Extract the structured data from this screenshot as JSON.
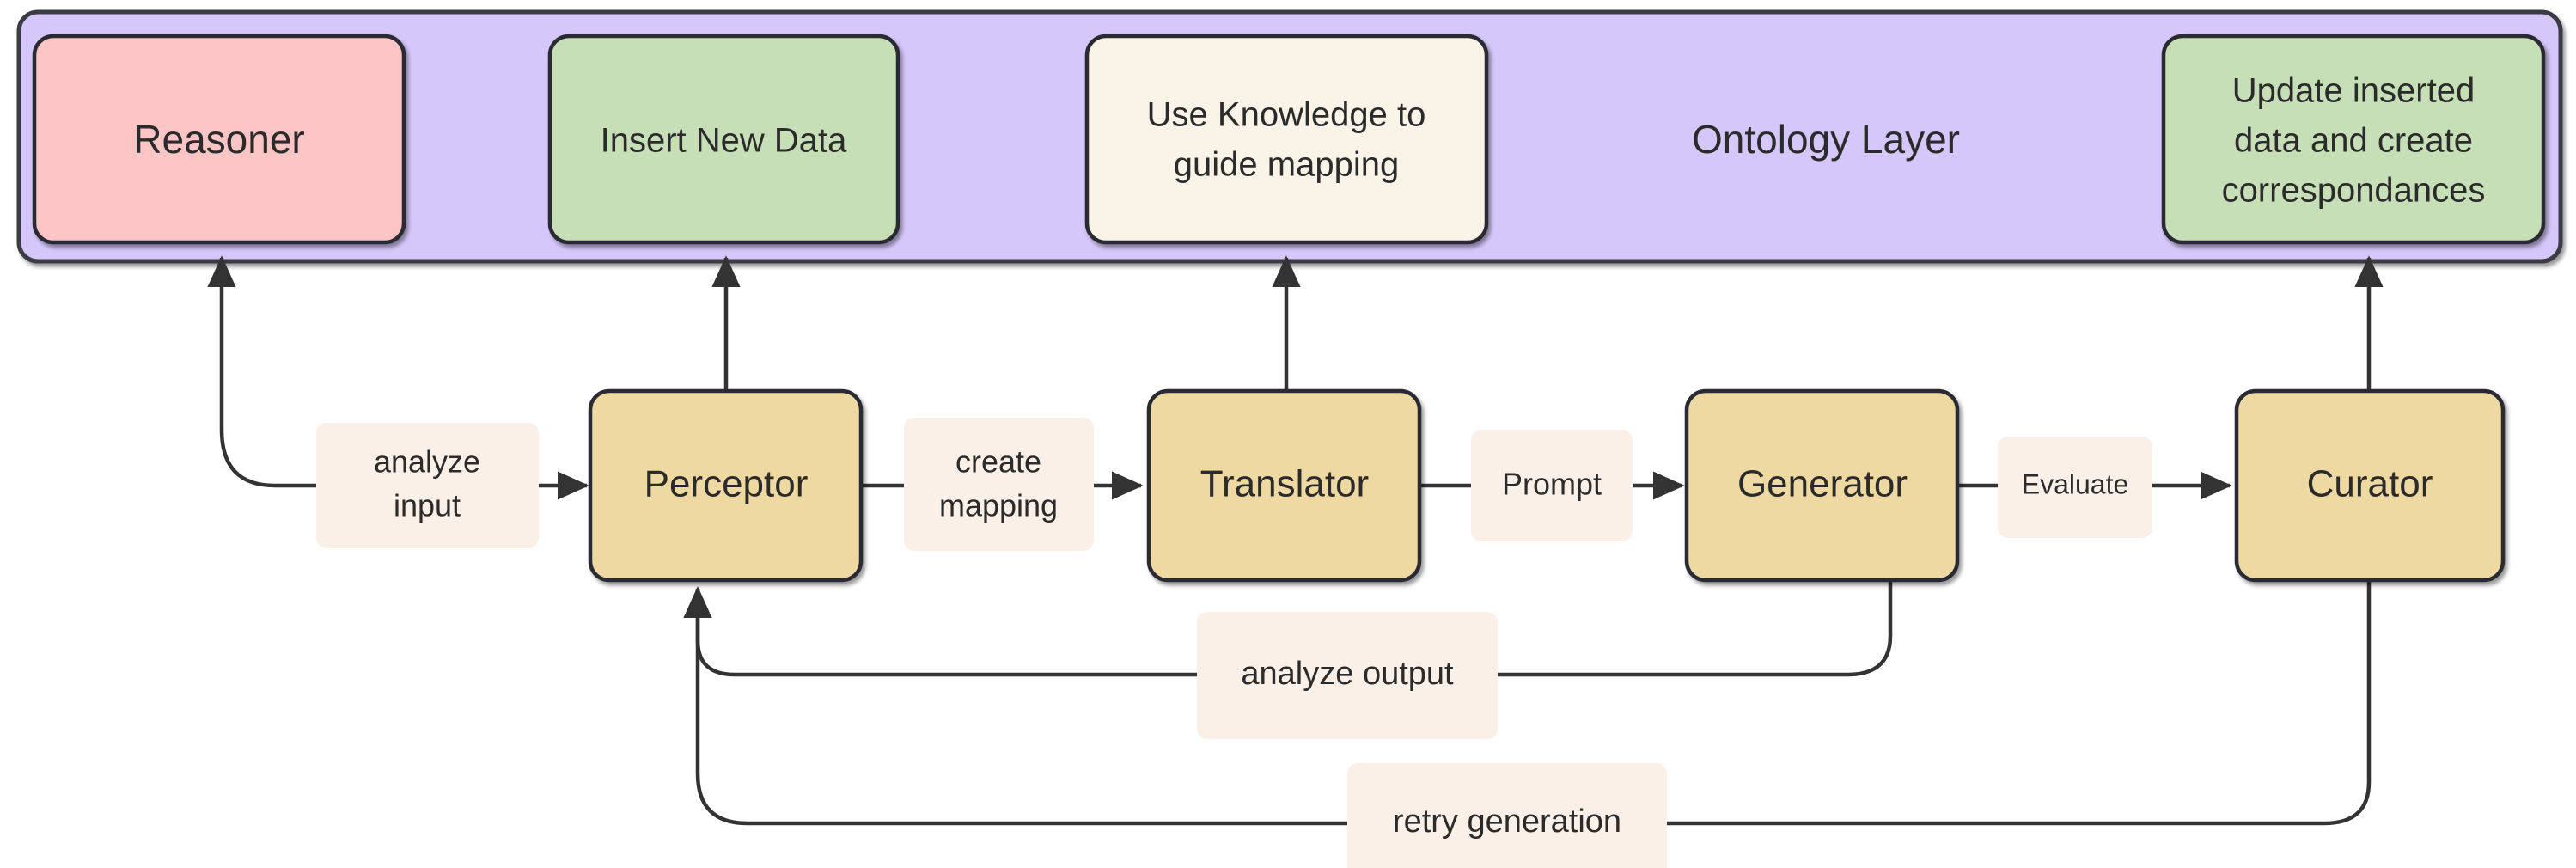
{
  "diagram": {
    "title": "Ontology-guided agent pipeline flow diagram",
    "layer": {
      "name": "ontology-layer",
      "label": "Ontology Layer",
      "fill": "#D5C7FA",
      "stroke": "#3a3a44"
    },
    "colors": {
      "pink": "#FBC5C5",
      "green": "#C7DFB7",
      "cream": "#FAF3E8",
      "tan": "#EFD9A3",
      "purple": "#D5C7FA",
      "label_bg": "#FBF0E8",
      "stroke": "#2b2b33",
      "text": "#2b2b2b"
    },
    "layer_nodes": [
      {
        "id": "reasoner",
        "label": "Reasoner",
        "fill": "#FBC5C5",
        "lines": [
          "Reasoner"
        ]
      },
      {
        "id": "insert-new-data",
        "label": "Insert New Data",
        "fill": "#C7DFB7",
        "lines": [
          "Insert New Data"
        ]
      },
      {
        "id": "use-knowledge-to-guide-mapping",
        "label": "Use Knowledge to guide mapping",
        "fill": "#FAF3E8",
        "lines": [
          "Use Knowledge to",
          "guide mapping"
        ]
      },
      {
        "id": "update-inserted-data-and-create-correspondances",
        "label": "Update inserted data and create correspondances",
        "fill": "#C7DFB7",
        "lines": [
          "Update inserted",
          "data and create",
          "correspondances"
        ]
      }
    ],
    "agent_nodes": [
      {
        "id": "perceptor",
        "label": "Perceptor",
        "fill": "#EFD9A3"
      },
      {
        "id": "translator",
        "label": "Translator",
        "fill": "#EFD9A3"
      },
      {
        "id": "generator",
        "label": "Generator",
        "fill": "#EFD9A3"
      },
      {
        "id": "curator",
        "label": "Curator",
        "fill": "#EFD9A3"
      }
    ],
    "edge_labels": [
      {
        "id": "analyze-input",
        "lines": [
          "analyze",
          "input"
        ],
        "label": "analyze input"
      },
      {
        "id": "create-mapping",
        "lines": [
          "create",
          "mapping"
        ],
        "label": "create mapping"
      },
      {
        "id": "prompt",
        "lines": [
          "Prompt"
        ],
        "label": "Prompt"
      },
      {
        "id": "evaluate",
        "lines": [
          "Evaluate"
        ],
        "label": "Evaluate"
      },
      {
        "id": "analyze-output",
        "lines": [
          "analyze output"
        ],
        "label": "analyze output"
      },
      {
        "id": "retry-generation",
        "lines": [
          "retry generation"
        ],
        "label": "retry generation"
      }
    ],
    "edges": [
      {
        "from": "analyze-input",
        "to": "perceptor",
        "kind": "arrow"
      },
      {
        "from": "perceptor",
        "to": "create-mapping",
        "kind": "line"
      },
      {
        "from": "create-mapping",
        "to": "translator",
        "kind": "arrow"
      },
      {
        "from": "translator",
        "to": "prompt",
        "kind": "line"
      },
      {
        "from": "prompt",
        "to": "generator",
        "kind": "arrow"
      },
      {
        "from": "generator",
        "to": "evaluate",
        "kind": "line"
      },
      {
        "from": "evaluate",
        "to": "curator",
        "kind": "arrow"
      },
      {
        "from": "analyze-input",
        "to": "reasoner",
        "kind": "arrow"
      },
      {
        "from": "perceptor",
        "to": "insert-new-data",
        "kind": "arrow"
      },
      {
        "from": "translator",
        "to": "use-knowledge-to-guide-mapping",
        "kind": "arrow"
      },
      {
        "from": "curator",
        "to": "update-inserted-data-and-create-correspondances",
        "kind": "arrow"
      },
      {
        "from": "generator",
        "to": "perceptor",
        "via": "analyze-output",
        "kind": "arrow"
      },
      {
        "from": "curator",
        "to": "perceptor",
        "via": "retry-generation",
        "kind": "arrow"
      }
    ]
  }
}
